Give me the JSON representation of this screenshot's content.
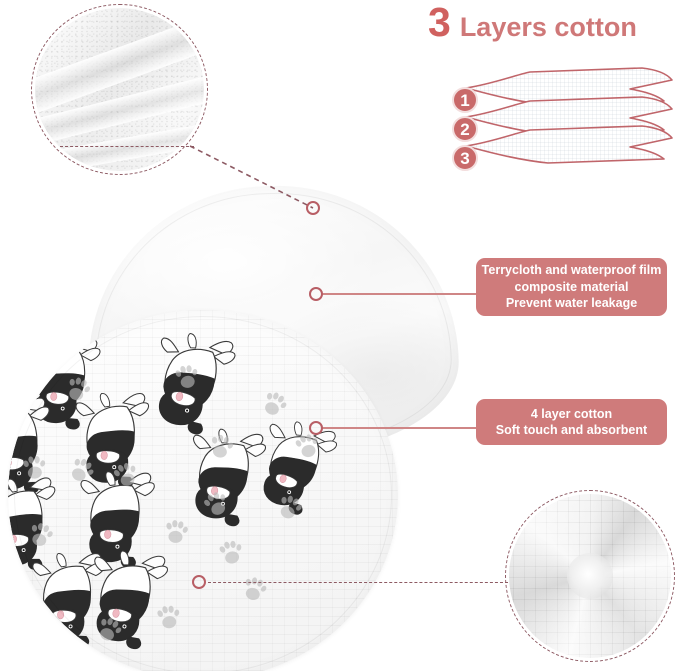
{
  "header": {
    "layer_count": "3",
    "title": "Layers cotton",
    "title_color": "#cf7878",
    "number_color": "#d0615f"
  },
  "layers_diagram": {
    "label": "three-layer cotton cross-section",
    "badges": [
      {
        "number": "1"
      },
      {
        "number": "2"
      },
      {
        "number": "3"
      }
    ],
    "stroke_color": "#c0656a",
    "fill_pattern": "fine grid weave"
  },
  "callouts": [
    {
      "id": "waterproof",
      "lines": [
        "Terrycloth and waterproof film",
        "composite material",
        "Prevent water leakage"
      ],
      "background": "#cf7b7b",
      "text_color": "#ffffff"
    },
    {
      "id": "cotton",
      "lines": [
        "4 layer cotton",
        "Soft touch and absorbent"
      ],
      "background": "#cf7b7b",
      "text_color": "#ffffff"
    }
  ],
  "insets": [
    {
      "id": "terrycloth-closeup",
      "description": "white terrycloth fabric close-up",
      "border_style": "dashed",
      "border_color": "#8d5a63"
    },
    {
      "id": "muslin-closeup",
      "description": "white muslin swirl fabric close-up",
      "border_style": "dashed",
      "border_color": "#8d5a63"
    }
  ],
  "products": [
    {
      "id": "plain-towel",
      "description": "plain white round towel back layer"
    },
    {
      "id": "patterned-towel",
      "description": "round muslin towel printed with black and white dogs and grey paw prints",
      "print_motifs": [
        "dog",
        "paw-print"
      ]
    }
  ],
  "markers": [
    {
      "id": "marker-terrycloth-inset",
      "connector": "dashed"
    },
    {
      "id": "marker-waterproof",
      "connector": "solid"
    },
    {
      "id": "marker-cotton",
      "connector": "solid"
    },
    {
      "id": "marker-muslin-inset",
      "connector": "dashed"
    }
  ],
  "palette": {
    "accent_rose": "#cf7b7b",
    "accent_deep": "#b85e65",
    "line_dashed": "#8d5a63",
    "background": "#ffffff"
  }
}
